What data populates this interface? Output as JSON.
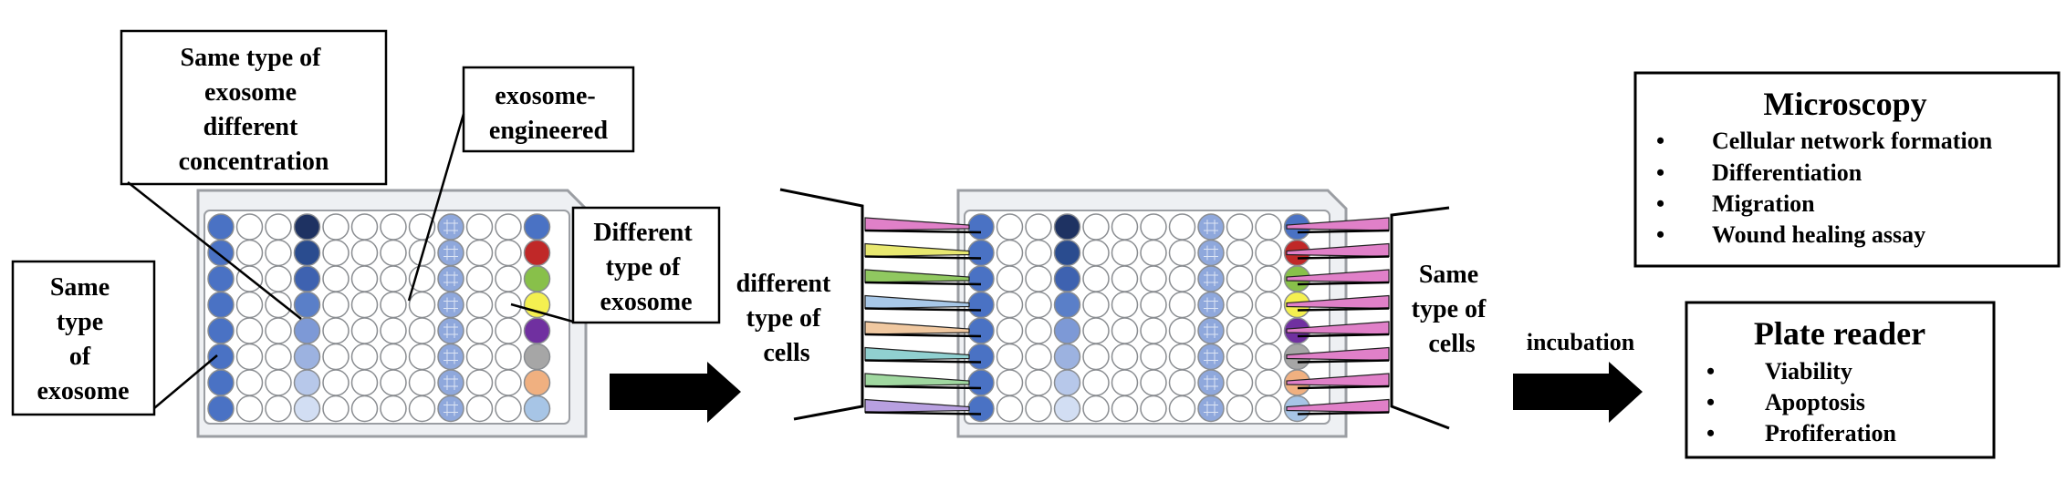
{
  "labels": {
    "same_type_of_exosome": [
      "Same",
      "type",
      "of",
      "exosome"
    ],
    "same_type_diff_conc": [
      "Same type of",
      "exosome",
      "different",
      "concentration"
    ],
    "exosome_engineered": [
      "exosome-",
      "engineered"
    ],
    "different_type_of_exosome": [
      "Different",
      "type of",
      "exosome"
    ],
    "different_type_of_cells": [
      "different",
      "type of",
      "cells"
    ],
    "same_type_of_cells": [
      "Same",
      "type of",
      "cells"
    ],
    "incubation": "incubation"
  },
  "microscopy": {
    "title": "Microscopy",
    "items": [
      "Cellular network formation",
      "Differentiation",
      "Migration",
      "Wound healing assay"
    ]
  },
  "plate_reader": {
    "title": "Plate reader",
    "items": [
      "Viability",
      "Apoptosis",
      "Profiferation"
    ]
  },
  "bullet": "•",
  "colors": {
    "plate_fill": "#eef0f3",
    "plate_border": "#9b9ea3",
    "well_border": "#8a8d91",
    "col_same_exosome": "#4a72c4",
    "col_concentration": [
      "#1e3262",
      "#2a4c8f",
      "#3e62b0",
      "#5a7fc8",
      "#7d99d6",
      "#9cb2e0",
      "#b7c8ea",
      "#d2def3"
    ],
    "col_engineered": "#8fa8dc",
    "col_different_exosome": [
      "#4a72c4",
      "#c02828",
      "#88c04a",
      "#f4f050",
      "#7030a0",
      "#a6a6a6",
      "#f0b080",
      "#a7c5e6"
    ],
    "tips_left": [
      "#e080c8",
      "#e8e870",
      "#90c860",
      "#a8c8e8",
      "#f0c8a0",
      "#90d0d0",
      "#a0d8a0",
      "#b8a0e0"
    ],
    "tips_right": [
      "#e080c8",
      "#e080c8",
      "#e080c8",
      "#e080c8",
      "#e080c8",
      "#e080c8",
      "#e080c8",
      "#e080c8"
    ]
  }
}
